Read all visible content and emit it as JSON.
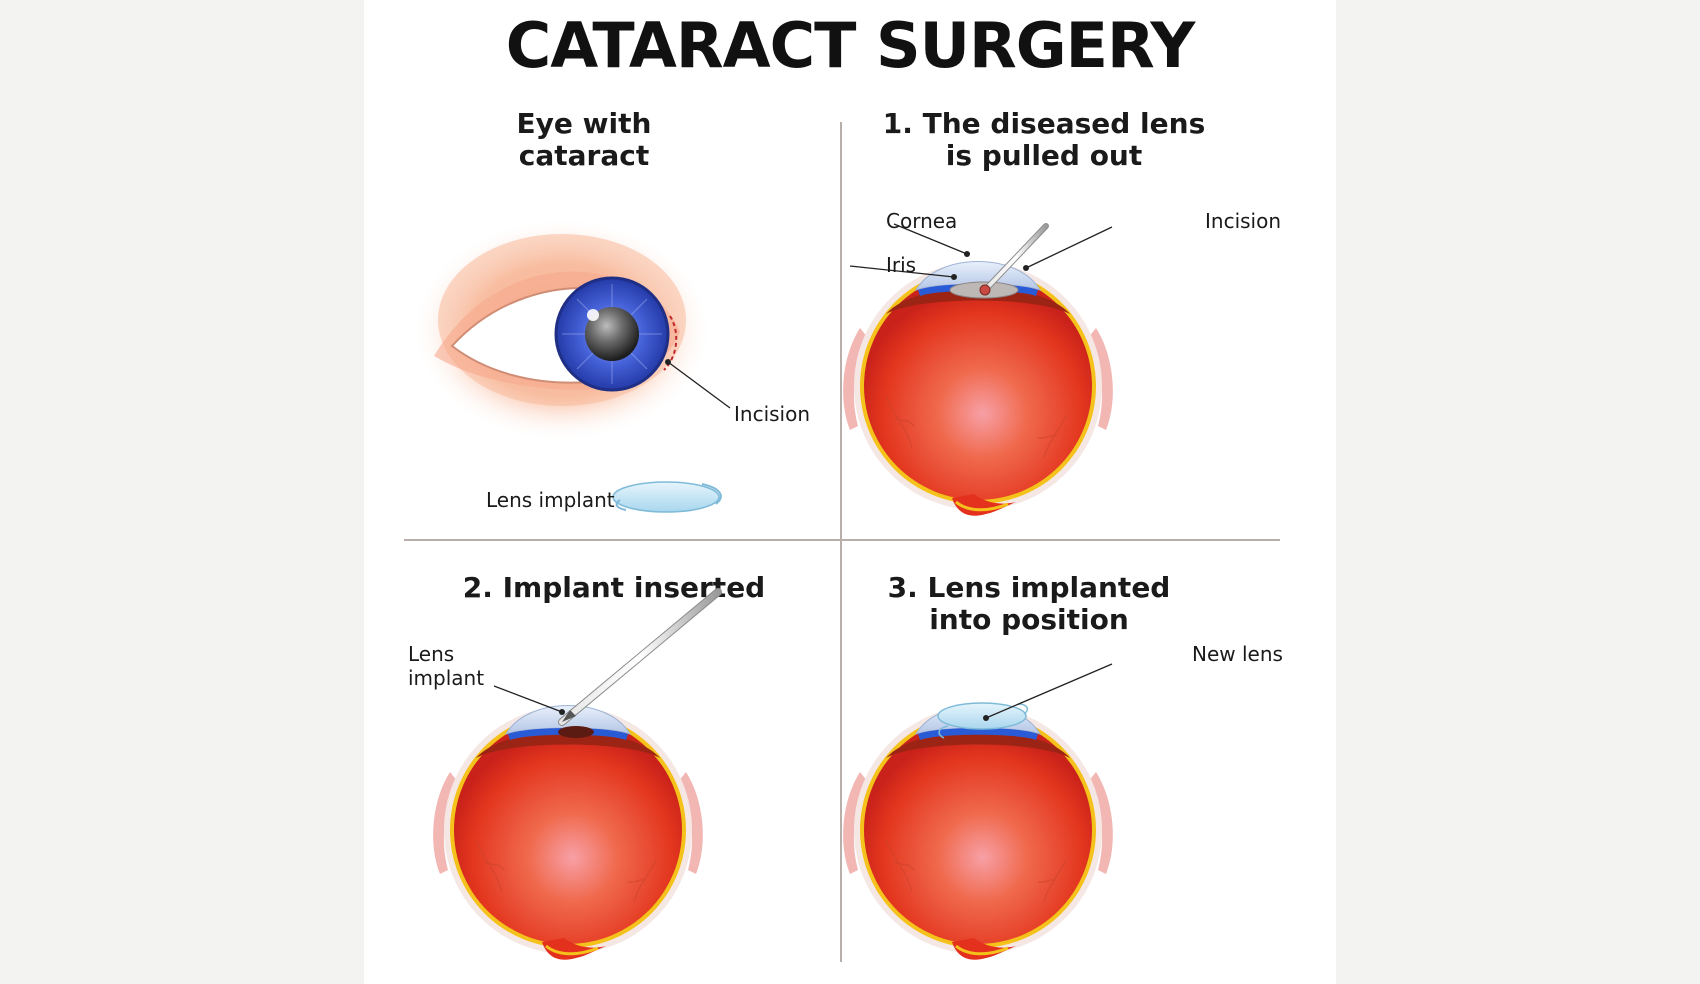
{
  "title": "CATARACT SURGERY",
  "panels": {
    "eye": {
      "title_line1": "Eye with",
      "title_line2": "cataract",
      "labels": {
        "incision": "Incision",
        "lens_implant": "Lens implant"
      }
    },
    "step1": {
      "title_line1": "1. The diseased lens",
      "title_line2": "is pulled out",
      "labels": {
        "cornea": "Cornea",
        "iris": "Iris",
        "incision": "Incision"
      }
    },
    "step2": {
      "title_line1": "2. Implant inserted",
      "labels": {
        "lens_line1": "Lens",
        "lens_line2": "implant"
      }
    },
    "step3": {
      "title_line1": "3. Lens implanted",
      "title_line2": "into position",
      "labels": {
        "new_lens": "New lens"
      }
    }
  },
  "colors": {
    "eyeball_red": "#e0301e",
    "iris_blue": "#3550c4",
    "cornea_blue": "#2a5bd7",
    "skin": "#f7b59a",
    "lens": "#cfe9f6",
    "divider": "#b8aeaa"
  }
}
